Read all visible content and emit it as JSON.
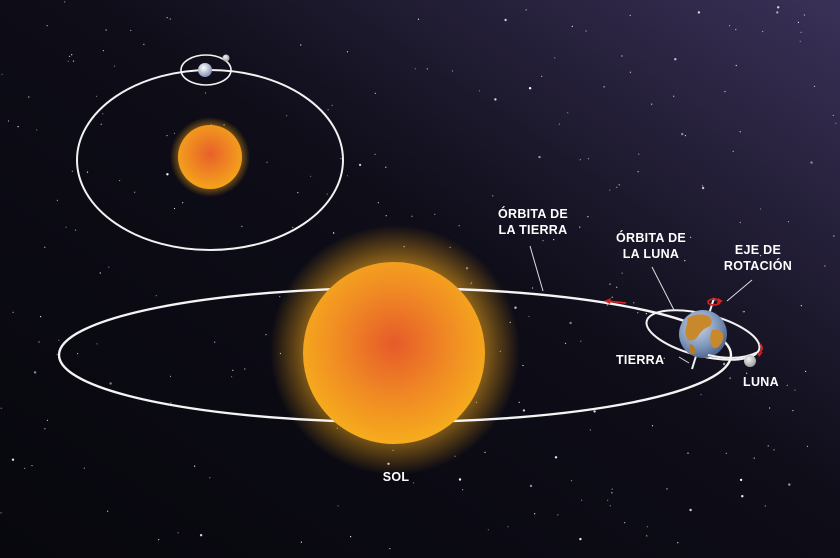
{
  "labels": {
    "orbita_tierra": [
      "ÓRBITA DE",
      "LA TIERRA"
    ],
    "orbita_luna": [
      "ÓRBITA DE",
      "LA LUNA"
    ],
    "eje_rotacion": [
      "EJE DE",
      "ROTACIÓN"
    ],
    "tierra": "TIERRA",
    "luna": "LUNA",
    "sol": "SOL"
  },
  "colors": {
    "sky_dark": "#0a0a12",
    "sky_purple": "#3a3158",
    "sun_core": "#e85a28",
    "sun_mid": "#f28a22",
    "sun_glow": "#f7b51c",
    "orbit": "#f2f2f2",
    "arrow": "#d42020",
    "ocean": "#6a86b0",
    "land": "#c8892c"
  },
  "icons": {
    "sun": "sun-icon",
    "earth": "earth-icon",
    "moon": "moon-icon"
  }
}
